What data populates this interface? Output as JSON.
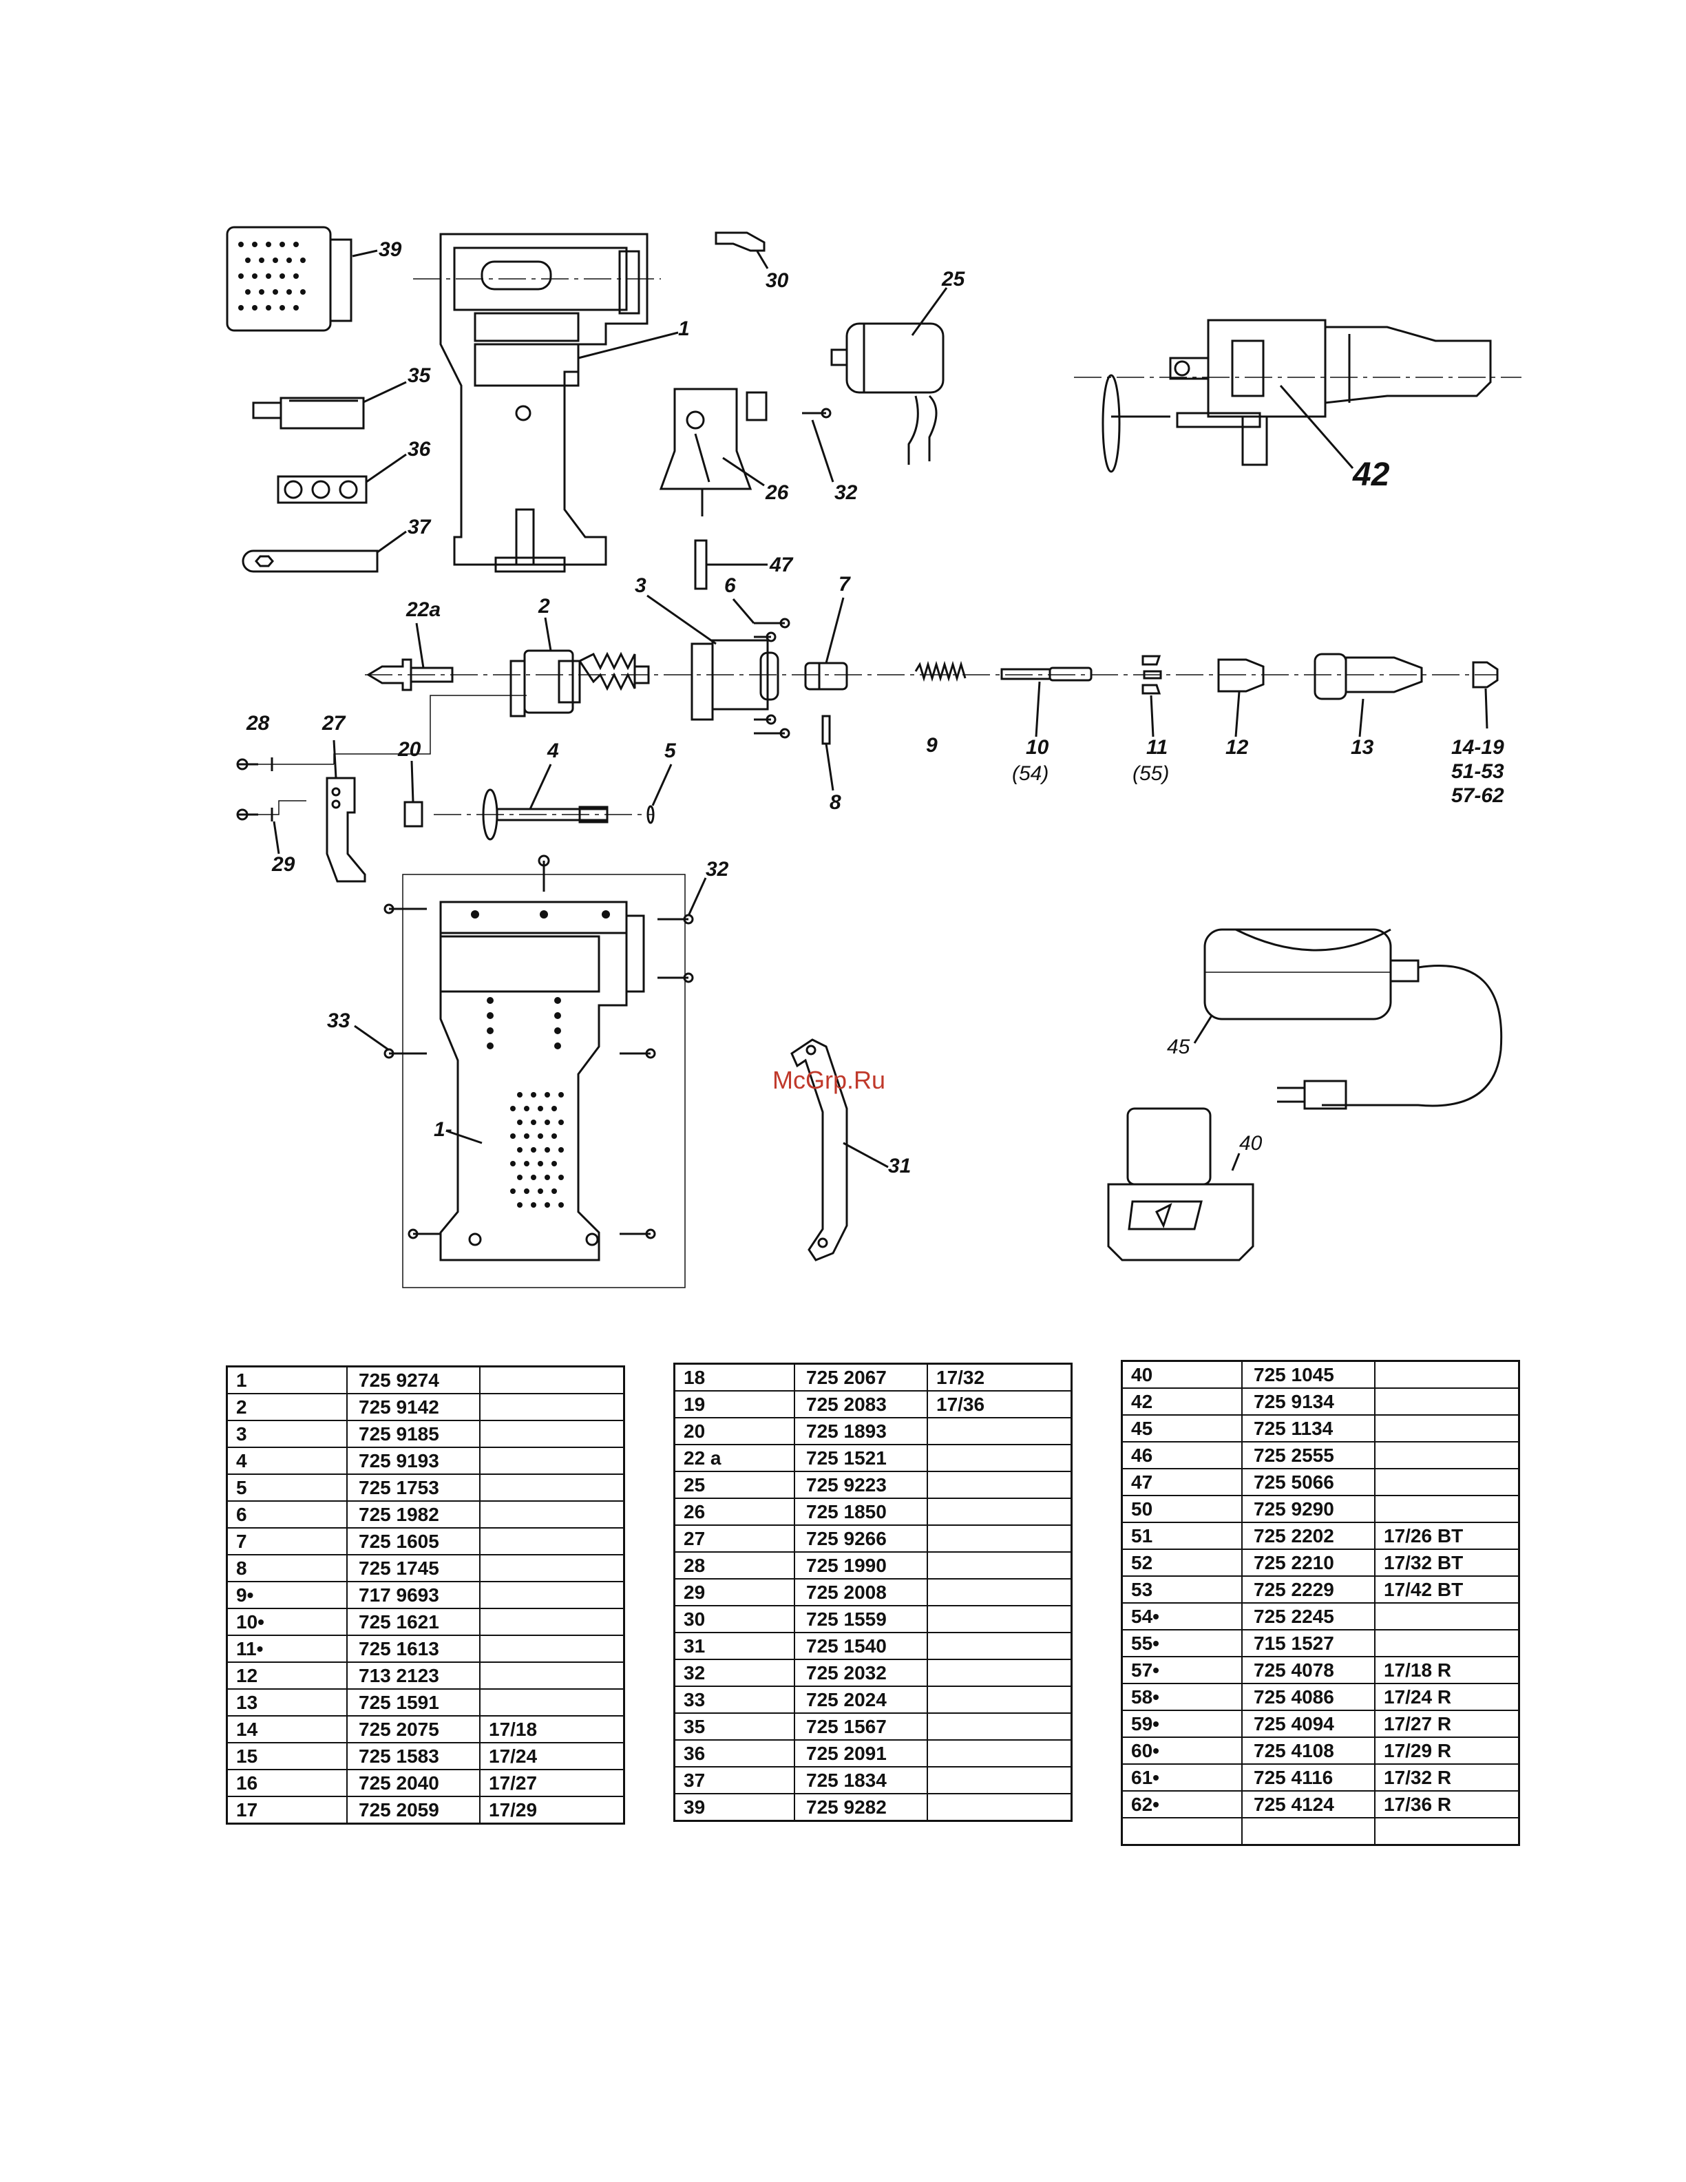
{
  "watermark": "McGrp.Ru",
  "labels": {
    "l1a": "1",
    "l1b": "1-",
    "l2": "2",
    "l3": "3",
    "l4": "4",
    "l5": "5",
    "l6": "6",
    "l7": "7",
    "l8": "8",
    "l9": "9",
    "l10": "10",
    "l10b": "(54)",
    "l11": "11",
    "l11b": "(55)",
    "l12": "12",
    "l13": "13",
    "l14": "14-19",
    "l14b": "51-53",
    "l14c": "57-62",
    "l20": "20",
    "l22a": "22a",
    "l25": "25",
    "l26": "26",
    "l27": "27",
    "l28": "28",
    "l29": "29",
    "l30": "30",
    "l31": "31",
    "l32a": "32",
    "l32b": "32",
    "l33": "33",
    "l35": "35",
    "l36": "36",
    "l37": "37",
    "l39": "39",
    "l40": "40",
    "l42": "42",
    "l45": "45",
    "l47": "47"
  },
  "tables": [
    {
      "rows": [
        [
          "1",
          "725 9274",
          ""
        ],
        [
          "2",
          "725 9142",
          ""
        ],
        [
          "3",
          "725 9185",
          ""
        ],
        [
          "4",
          "725 9193",
          ""
        ],
        [
          "5",
          "725 1753",
          ""
        ],
        [
          "6",
          "725 1982",
          ""
        ],
        [
          "7",
          "725 1605",
          ""
        ],
        [
          "8",
          "725 1745",
          ""
        ],
        [
          "9•",
          "717 9693",
          ""
        ],
        [
          "10•",
          "725 1621",
          ""
        ],
        [
          "11•",
          "725 1613",
          ""
        ],
        [
          "12",
          "713 2123",
          ""
        ],
        [
          "13",
          "725 1591",
          ""
        ],
        [
          "14",
          "725 2075",
          "17/18"
        ],
        [
          "15",
          "725 1583",
          "17/24"
        ],
        [
          "16",
          "725 2040",
          "17/27"
        ],
        [
          "17",
          "725 2059",
          "17/29"
        ]
      ]
    },
    {
      "rows": [
        [
          "18",
          "725 2067",
          "17/32"
        ],
        [
          "19",
          "725 2083",
          "17/36"
        ],
        [
          "20",
          "725 1893",
          ""
        ],
        [
          "22 a",
          "725 1521",
          ""
        ],
        [
          "25",
          "725 9223",
          ""
        ],
        [
          "26",
          "725 1850",
          ""
        ],
        [
          "27",
          "725 9266",
          ""
        ],
        [
          "28",
          "725 1990",
          ""
        ],
        [
          "29",
          "725 2008",
          ""
        ],
        [
          "30",
          "725 1559",
          ""
        ],
        [
          "31",
          "725 1540",
          ""
        ],
        [
          "32",
          "725 2032",
          ""
        ],
        [
          "33",
          "725 2024",
          ""
        ],
        [
          "35",
          "725 1567",
          ""
        ],
        [
          "36",
          "725 2091",
          ""
        ],
        [
          "37",
          "725 1834",
          ""
        ],
        [
          "39",
          "725 9282",
          ""
        ]
      ]
    },
    {
      "rows": [
        [
          "40",
          "725 1045",
          ""
        ],
        [
          "42",
          "725 9134",
          ""
        ],
        [
          "45",
          "725 1134",
          ""
        ],
        [
          "46",
          "725 2555",
          ""
        ],
        [
          "47",
          "725 5066",
          ""
        ],
        [
          "50",
          "725 9290",
          ""
        ],
        [
          "51",
          "725 2202",
          "17/26 BT"
        ],
        [
          "52",
          "725 2210",
          "17/32 BT"
        ],
        [
          "53",
          "725 2229",
          "17/42 BT"
        ],
        [
          "54•",
          "725 2245",
          ""
        ],
        [
          "55•",
          "715 1527",
          ""
        ],
        [
          "57•",
          "725 4078",
          "17/18 R"
        ],
        [
          "58•",
          "725 4086",
          "17/24 R"
        ],
        [
          "59•",
          "725 4094",
          "17/27 R"
        ],
        [
          "60•",
          "725 4108",
          "17/29 R"
        ],
        [
          "61•",
          "725 4116",
          "17/32 R"
        ],
        [
          "62•",
          "725 4124",
          "17/36 R"
        ],
        [
          "",
          "",
          ""
        ]
      ]
    }
  ]
}
